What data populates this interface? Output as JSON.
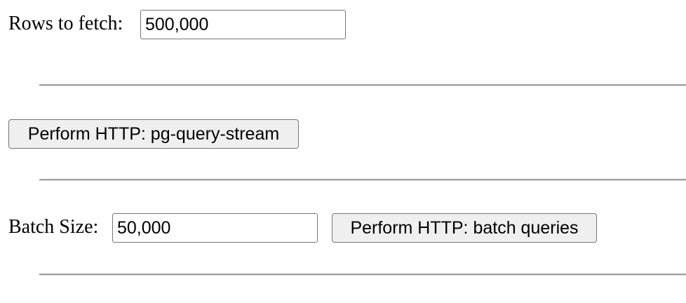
{
  "rows_section": {
    "label": "Rows to fetch:",
    "input_value": "500,000"
  },
  "stream_section": {
    "button_label": "Perform HTTP: pg-query-stream"
  },
  "batch_section": {
    "label": "Batch Size:",
    "input_value": "50,000",
    "button_label": "Perform HTTP: batch queries"
  },
  "colors": {
    "button_bg": "#efefef",
    "border": "#767676",
    "rule": "#a0a0a0"
  }
}
